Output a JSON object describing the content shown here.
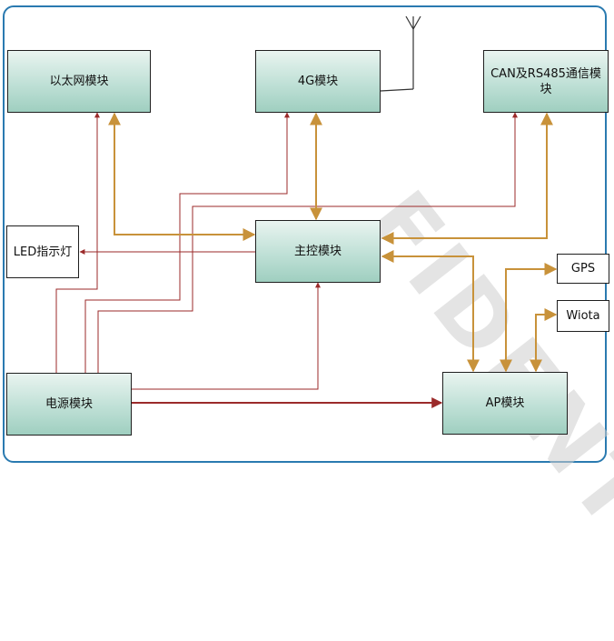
{
  "watermark": "FIDENTIA",
  "colors": {
    "frame": "#2a7ab0",
    "bidirectional": "#c8923a",
    "power": "#9b2a2a",
    "antenna": "#333333"
  },
  "modules": {
    "ethernet": "以太网模块",
    "g4": "4G模块",
    "can_rs485": "CAN及RS485通信模块",
    "led": "LED指示灯",
    "main_ctrl": "主控模块",
    "gps": "GPS",
    "wiota": "Wiota",
    "power": "电源模块",
    "ap": "AP模块"
  }
}
